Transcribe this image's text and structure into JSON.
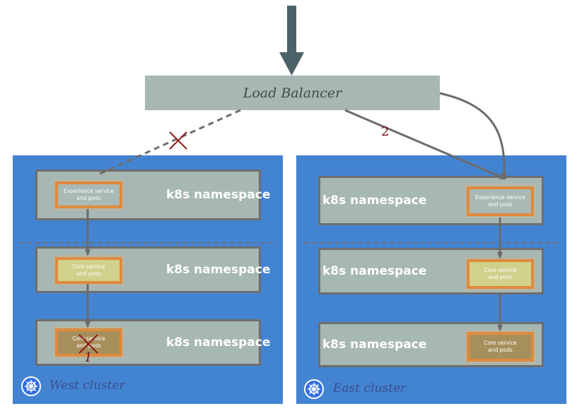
{
  "load_balancer": {
    "label": "Load Balancer"
  },
  "west_cluster": {
    "label": "West cluster",
    "namespaces": [
      {
        "label": "k8s namespace",
        "service": "Experience service\nand pods",
        "status": "failed-connection"
      },
      {
        "label": "k8s namespace",
        "service": "Core service\nand pods"
      },
      {
        "label": "k8s namespace",
        "service": "Core service\nand pods",
        "status": "failed"
      }
    ]
  },
  "east_cluster": {
    "label": "East cluster",
    "namespaces": [
      {
        "label": "k8s namespace",
        "service": "Experience service\nand pods"
      },
      {
        "label": "k8s namespace",
        "service": "Core service\nand pods"
      },
      {
        "label": "k8s namespace",
        "service": "Core service\nand pods"
      }
    ]
  },
  "annotations": {
    "failure_marker": "1",
    "reroute_marker": "2"
  },
  "colors": {
    "cluster_bg": "#4384d2",
    "namespace_bg": "#a7b7b3",
    "service_border": "#e08a3c",
    "failure_x": "#8b1a1a",
    "arrow": "#6b6b6b",
    "ingress_arrow": "#4a6268"
  },
  "icons": [
    "kubernetes-helm-icon",
    "failure-x-icon",
    "arrow-down-icon"
  ]
}
